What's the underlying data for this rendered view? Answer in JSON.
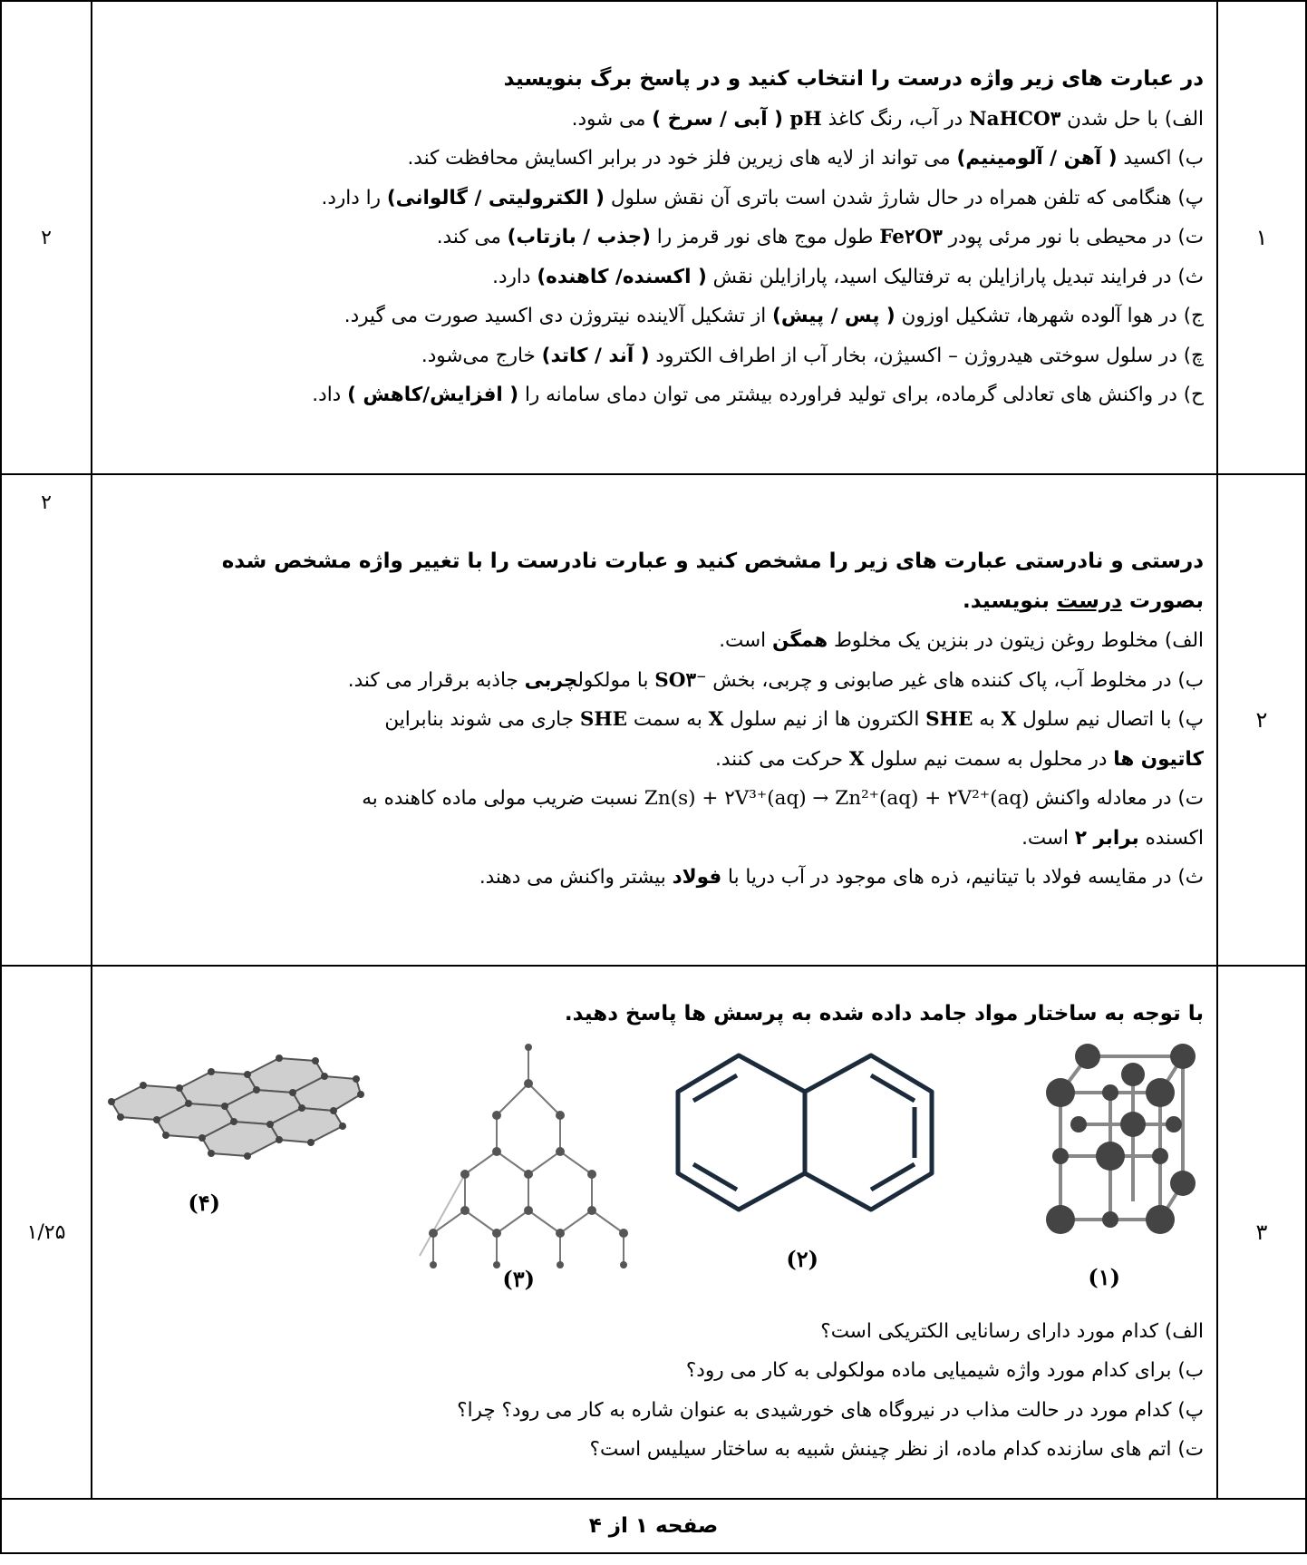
{
  "q1": {
    "number": "۱",
    "score": "۲",
    "heading": "در عبارت های زیر واژه درست را انتخاب کنید و در پاسخ برگ بنویسید",
    "items": [
      {
        "a": "الف) با حل شدن ",
        "b": "NaHCO۳",
        "c": " در آب، رنگ کاغذ ",
        "d": "pH",
        "e": " ( آبی / سرخ )",
        "f": " می شود."
      },
      {
        "a": "ب) اکسید ",
        "b": "( آهن / آلومینیم)",
        "c": " می تواند از لایه های زیرین فلز خود در برابر اکسایش محافظت کند."
      },
      {
        "a": "پ) هنگامی که تلفن همراه در حال شارژ شدن است باتری آن نقش سلول ",
        "b": "( الکترولیتی / گالوانی)",
        "c": " را دارد."
      },
      {
        "a": "ت) در محیطی با نور مرئی پودر ",
        "b": "Fe۲O۳",
        "c": " طول موج های نور قرمز را ",
        "d": "(جذب / بازتاب)",
        "e": " می کند."
      },
      {
        "a": "ث) در فرایند تبدیل پارازایلن به ترفتالیک اسید، پارازایلن نقش ",
        "b": "( اکسنده/ کاهنده)",
        "c": " دارد."
      },
      {
        "a": "ج) در هوا آلوده شهرها، تشکیل اوزون ",
        "b": "( پس / پیش)",
        "c": " از تشکیل آلاینده نیتروژن دی اکسید صورت می گیرد."
      },
      {
        "a": "چ) در سلول سوختی هیدروژن – اکسیژن، بخار آب از اطراف الکترود ",
        "b": "( آند / کاتد)",
        "c": " خارج می‌شود."
      },
      {
        "a": "ح) در واکنش های تعادلی گرماده، برای تولید فراورده بیشتر می توان دمای سامانه را ",
        "b": "( افزایش/کاهش )",
        "c": " داد."
      }
    ]
  },
  "q2": {
    "number": "۲",
    "score": "۲",
    "heading_line1": "درستی و نادرستی عبارت های زیر را مشخص کنید و عبارت نادرست را با تغییر واژه مشخص شده",
    "heading_line2_a": "بصورت ",
    "heading_line2_b": "درست",
    "heading_line2_c": " بنویسید.",
    "alef_a": "الف) مخلوط روغن زیتون در بنزین یک مخلوط ",
    "alef_b": "همگن",
    "alef_c": " است.",
    "be_a": "ب) در مخلوط آب، پاک کننده های غیر صابونی و چربی، بخش ",
    "be_b": "SO۳⁻",
    "be_c": " با مولکول",
    "be_d": "چربی",
    "be_e": " جاذبه برقرار می کند.",
    "pe_1": "پ) با اتصال نیم سلول ",
    "pe_x": "X",
    "pe_2": " به ",
    "pe_she": "SHE",
    "pe_3": " الکترون ها از نیم سلول ",
    "pe_4": " به سمت ",
    "pe_5": " جاری می شوند بنابراین",
    "pe_6": "کاتیون ها",
    "pe_7": " در محلول به سمت نیم سلول ",
    "pe_8": " حرکت می کنند.",
    "te_1": "ت) در معادله واکنش ",
    "te_eq": "Zn(s) + ۲V³⁺(aq) → Zn²⁺(aq) + ۲V²⁺(aq)",
    "te_2": " نسبت ضریب مولی ماده کاهنده به",
    "te_3": "اکسنده ",
    "te_4": "برابر ۲",
    "te_5": " است.",
    "the_a": "ث) در مقایسه فولاد با تیتانیم، ذره های موجود در آب دریا با ",
    "the_b": "فولاد",
    "the_c": " بیشتر واکنش می دهند."
  },
  "q3": {
    "number": "۳",
    "score": "۱/۲۵",
    "heading": "با توجه به ساختار مواد جامد داده شده به پرسش ها پاسخ دهید.",
    "labels": [
      "(۱)",
      "(۲)",
      "(۳)",
      "(۴)"
    ],
    "questions": [
      "الف) کدام مورد دارای رسانایی الکتریکی است؟",
      "ب) برای کدام مورد واژه شیمیایی ماده مولکولی به کار می رود؟",
      "پ) کدام مورد در حالت مذاب در نیروگاه های خورشیدی به عنوان شاره به کار می رود؟ چرا؟",
      "ت) اتم های سازنده کدام ماده، از نظر چینش شبیه به ساختار سیلیس است؟"
    ]
  },
  "footer": "صفحه ۱ از ۴"
}
